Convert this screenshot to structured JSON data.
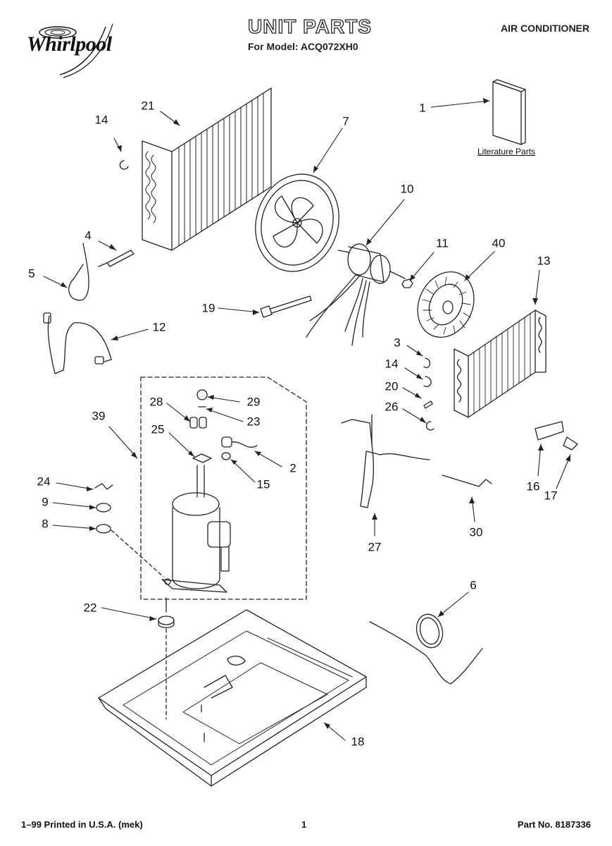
{
  "header": {
    "brand": "Whirlpool",
    "title": "UNIT PARTS",
    "model": "For Model: ACQ072XH0",
    "product": "AIR CONDITIONER"
  },
  "literature_label": "Literature Parts",
  "callouts": {
    "c1": "1",
    "c2": "2",
    "c3": "3",
    "c4": "4",
    "c5": "5",
    "c6": "6",
    "c7": "7",
    "c8": "8",
    "c9": "9",
    "c10": "10",
    "c11": "11",
    "c12": "12",
    "c13": "13",
    "c14a": "14",
    "c14b": "14",
    "c15": "15",
    "c16": "16",
    "c17": "17",
    "c18": "18",
    "c19": "19",
    "c20": "20",
    "c21": "21",
    "c22": "22",
    "c23": "23",
    "c24": "24",
    "c25": "25",
    "c26": "26",
    "c27": "27",
    "c28": "28",
    "c29": "29",
    "c30": "30",
    "c39": "39",
    "c40": "40"
  },
  "footer": {
    "left": "1–99 Printed in U.S.A. (mek)",
    "page": "1",
    "part_no": "Part No. 8187336"
  }
}
